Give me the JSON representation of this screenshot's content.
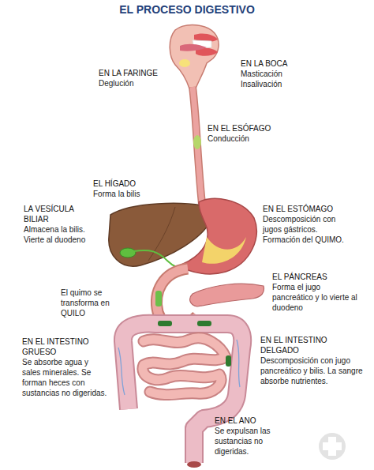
{
  "diagram": {
    "title": "EL PROCESO DIGESTIVO",
    "labels": [
      "EN LA FARINGE",
      "Deglución",
      "EN LA BOCA",
      "Masticación Insalivación",
      "EN EL ESÓFAGO",
      "Conducción",
      "EL HÍGADO",
      "Forma la bilis",
      "LA VESÍCULA BILIAR",
      "Almacena la bilis. Vierte al duodeno",
      "EN EL ESTÓMAGO",
      "Descomposición con jugos gástricos. Formación del QUIMO.",
      "EL PÁNCREAS",
      "Forma el jugo pancreático y lo vierte al duodeno",
      "El quimo se transforma en QUILO",
      "EN EL INTESTINO GRUESO",
      "Se absorbe agua y sales minerales. Se forman heces con sustancias no digeridas.",
      "EN EL INTESTINO DELGADO",
      "Descomposición con jugo pancreático y bilis. La sangre absorbe nutrientes.",
      "EN EL ANO",
      "Se expulsan las sustancias no digeridas."
    ]
  }
}
